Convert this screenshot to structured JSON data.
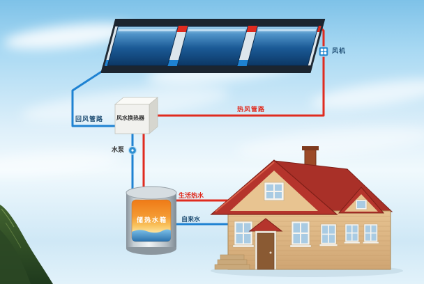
{
  "diagram": {
    "type": "solar-air-heating-system-schematic",
    "labels": {
      "fan": "风机",
      "return_air_duct": "回风管路",
      "hot_air_duct": "热风管路",
      "air_water_heat_exchanger": "风水换热器",
      "water_pump": "水泵",
      "heat_storage_tank": "储热水箱",
      "domestic_hot_water": "生活热水",
      "tap_water": "自来水"
    },
    "colors": {
      "hot_pipe_red": "#e02b1f",
      "cold_pipe_blue": "#1e82d2",
      "collector_panel_blue": "#1b5a96",
      "roof_red": "#b5342c",
      "wall_tan": "#dcb582",
      "tank_hot_orange": "#f07818",
      "tank_water_blue": "#2b72ad",
      "mountain_green": "#3c5a2e",
      "sky_blue": "#8ecbed",
      "label_red": "#e02b1f",
      "label_blue": "#1f4e74",
      "label_dark": "#333333",
      "label_white": "#ffffff"
    }
  }
}
